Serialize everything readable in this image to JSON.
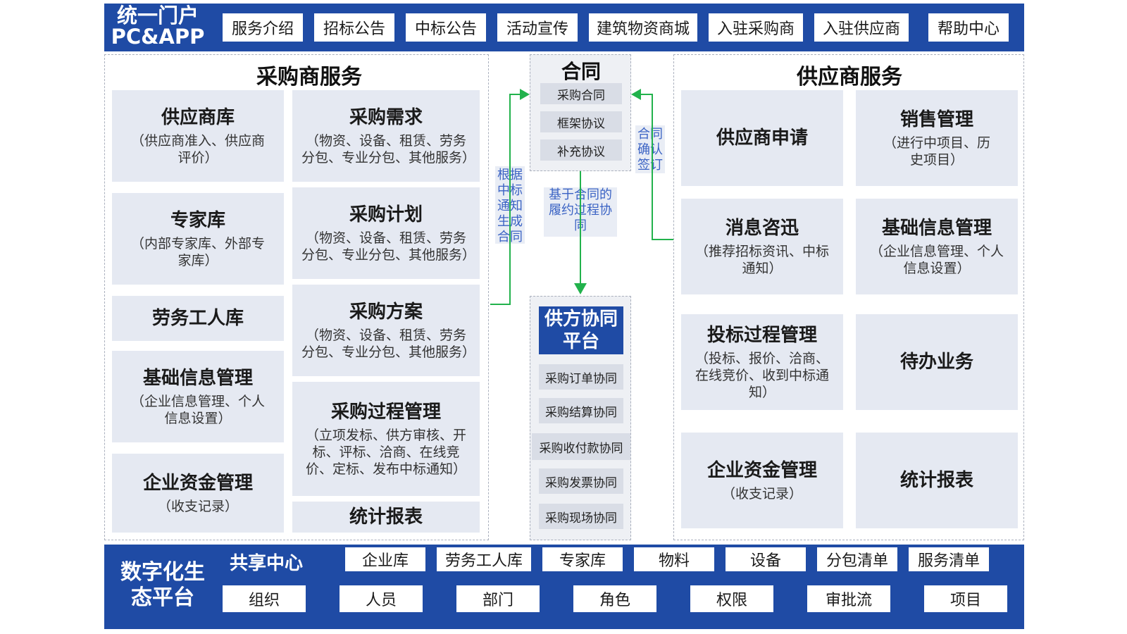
{
  "portal": {
    "title_line1": "统一门户",
    "title_line2": "PC&APP",
    "nav": [
      "服务介绍",
      "招标公告",
      "中标公告",
      "活动宣传",
      "建筑物资商城",
      "入驻采购商",
      "入驻供应商",
      "帮助中心"
    ]
  },
  "buyer": {
    "title": "采购商服务",
    "left": [
      {
        "title": "供应商库",
        "desc": "（供应商准入、供应商评价）"
      },
      {
        "title": "专家库",
        "desc": "（内部专家库、外部专家库）"
      },
      {
        "title": "劳务工人库",
        "desc": ""
      },
      {
        "title": "基础信息管理",
        "desc": "（企业信息管理、个人信息设置）"
      },
      {
        "title": "企业资金管理",
        "desc": "（收支记录）"
      }
    ],
    "right": [
      {
        "title": "采购需求",
        "desc": "（物资、设备、租赁、劳务分包、专业分包、其他服务）"
      },
      {
        "title": "采购计划",
        "desc": "（物资、设备、租赁、劳务分包、专业分包、其他服务）"
      },
      {
        "title": "采购方案",
        "desc": "（物资、设备、租赁、劳务分包、专业分包、其他服务）"
      },
      {
        "title": "采购过程管理",
        "desc": "（立项发标、供方审核、开标、评标、洽商、在线竞价、定标、发布中标通知）"
      },
      {
        "title": "统计报表",
        "desc": ""
      }
    ]
  },
  "contract": {
    "title": "合同",
    "items": [
      "采购合同",
      "框架协议",
      "补充协议"
    ],
    "note_left": "根据中标通知生成合同",
    "note_right": "合同确认签订",
    "note_center": "基于合同的履约过程协同"
  },
  "collab": {
    "title": "供方协同平台",
    "items": [
      "采购订单协同",
      "采购结算协同",
      "采购收付款协同",
      "采购发票协同",
      "采购现场协同"
    ]
  },
  "supplier": {
    "title": "供应商服务",
    "left": [
      {
        "title": "供应商申请",
        "desc": ""
      },
      {
        "title": "消息咨迅",
        "desc": "（推荐招标资讯、中标通知）"
      },
      {
        "title": "投标过程管理",
        "desc": "（投标、报价、洽商、在线竞价、收到中标通知）"
      },
      {
        "title": "企业资金管理",
        "desc": "（收支记录）"
      }
    ],
    "right": [
      {
        "title": "销售管理",
        "desc": "（进行中项目、历史项目）"
      },
      {
        "title": "基础信息管理",
        "desc": "（企业信息管理、个人信息设置）"
      },
      {
        "title": "待办业务",
        "desc": ""
      },
      {
        "title": "统计报表",
        "desc": ""
      }
    ]
  },
  "ecosystem": {
    "title_line1": "数字化生",
    "title_line2": "态平台",
    "share_title": "共享中心",
    "row1": [
      "企业库",
      "劳务工人库",
      "专家库",
      "物料",
      "设备",
      "分包清单",
      "服务清单"
    ],
    "row2": [
      "组织",
      "人员",
      "部门",
      "角色",
      "权限",
      "审批流",
      "项目"
    ]
  },
  "colors": {
    "brand_blue": "#1f4ba5",
    "box_gray": "#e5e9f2",
    "arrow_green": "#22b24c",
    "note_blue": "#3b63c4"
  }
}
